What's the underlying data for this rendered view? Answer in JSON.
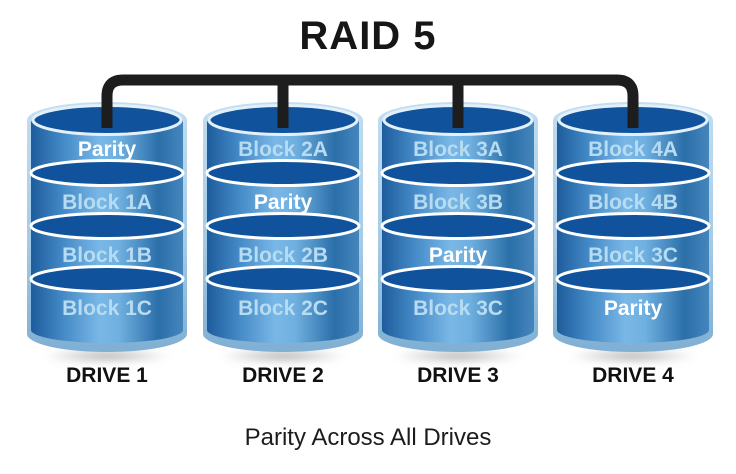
{
  "title": "RAID 5",
  "caption": "Parity Across All Drives",
  "drives": [
    {
      "name": "DRIVE 1",
      "blocks": [
        "Parity",
        "Block 1A",
        "Block 1B",
        "Block 1C"
      ]
    },
    {
      "name": "DRIVE 2",
      "blocks": [
        "Block 2A",
        "Parity",
        "Block 2B",
        "Block 2C"
      ]
    },
    {
      "name": "DRIVE 3",
      "blocks": [
        "Block 3A",
        "Block 3B",
        "Parity",
        "Block 3C"
      ]
    },
    {
      "name": "DRIVE 4",
      "blocks": [
        "Block 4A",
        "Block 4B",
        "Block 3C",
        "Parity"
      ]
    }
  ],
  "colors": {
    "cylinder_top_fill": "#10529B",
    "cylinder_sleeve": "#ADD2EB",
    "band_dark": "#1E5C9C",
    "band_highlight": "#79B7E6",
    "divider_ring": "#FFFFFF",
    "parity_text": "#FFFFFF",
    "block_text": "#B7DCF2",
    "connector_line": "#1D1D1D",
    "label_text": "#111111"
  }
}
